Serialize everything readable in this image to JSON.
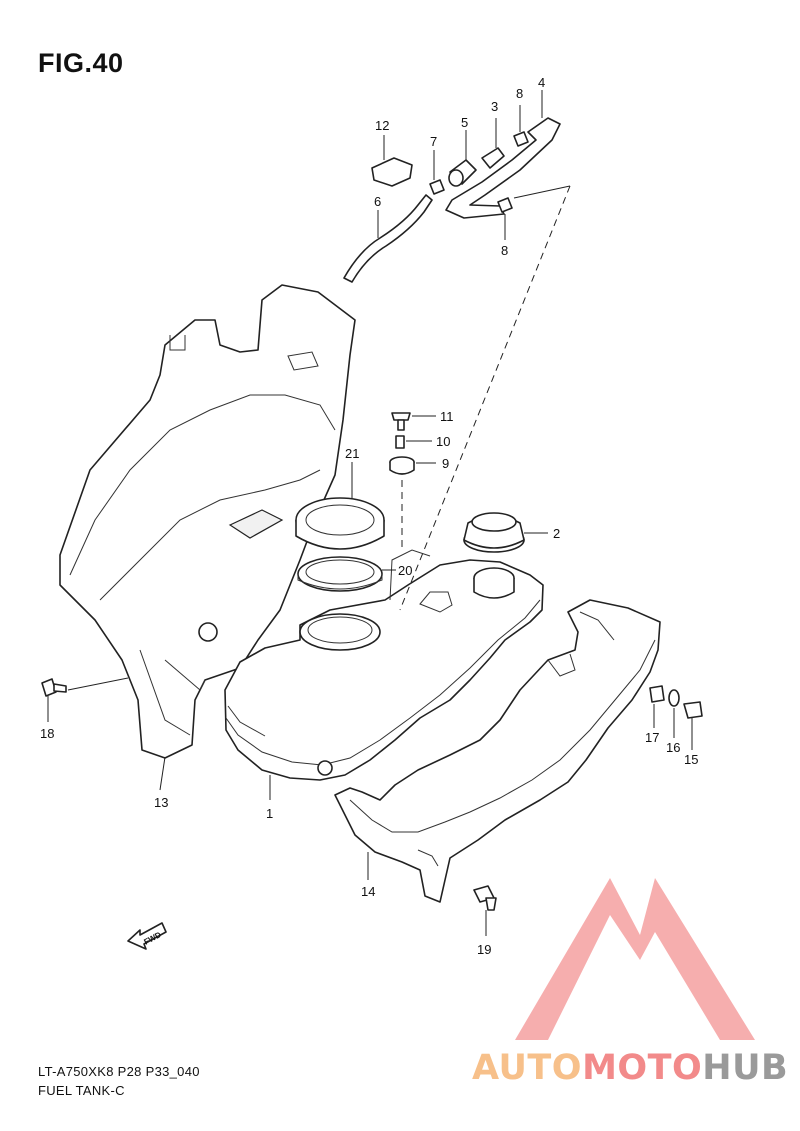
{
  "figure": {
    "title": "FIG.40",
    "model_code": "LT-A750XK8 P28 P33_040",
    "section": "FUEL TANK-C"
  },
  "callouts": [
    "1",
    "2",
    "3",
    "4",
    "5",
    "6",
    "7",
    "8",
    "8",
    "9",
    "10",
    "11",
    "12",
    "13",
    "14",
    "15",
    "16",
    "17",
    "18",
    "19",
    "20",
    "21"
  ],
  "fwd_arrow": {
    "text": "FWD"
  },
  "watermark": {
    "part_a": "AUTO",
    "part_b": "MOTO",
    "part_c": "HUB",
    "color_a": "#f7c08a",
    "color_b": "#f28a8a",
    "color_c": "#9a9a9a",
    "logo_color": "#f5a0a0"
  }
}
